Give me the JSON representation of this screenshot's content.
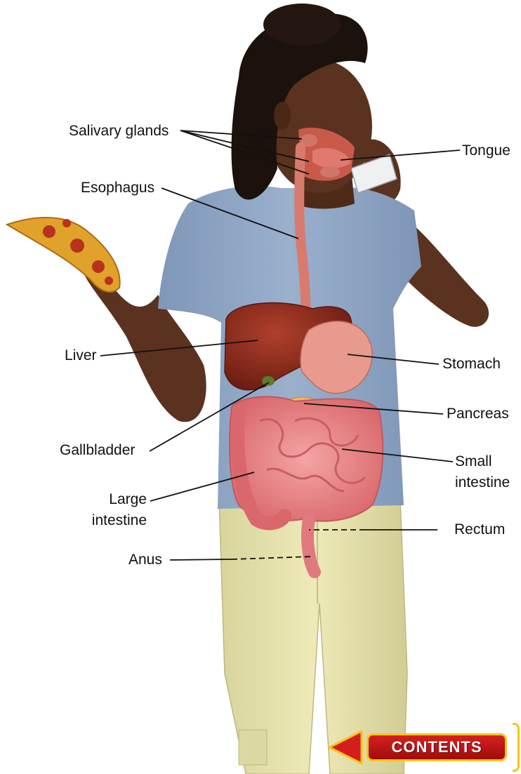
{
  "labels": {
    "salivary_glands": "Salivary glands",
    "tongue": "Tongue",
    "esophagus": "Esophagus",
    "liver": "Liver",
    "stomach": "Stomach",
    "pancreas": "Pancreas",
    "gallbladder": "Gallbladder",
    "small_intestine_1": "Small",
    "small_intestine_2": "intestine",
    "large_intestine_1": "Large",
    "large_intestine_2": "intestine",
    "rectum": "Rectum",
    "anus": "Anus"
  },
  "nav": {
    "contents_label": "CONTENTS",
    "back_icon": "back-arrow-icon"
  },
  "colors": {
    "shirt": "#8fa6c6",
    "pants": "#e6e2ae",
    "skin": "#5a321f",
    "hair": "#1a120d",
    "liver": "#8c2a1c",
    "intestine": "#e7888a",
    "stomach": "#e89a8e",
    "esophagus": "#d87a6e",
    "pancreas": "#f0b65a",
    "gallbladder": "#5e7a2a",
    "button_red": "#c41616",
    "button_border": "#f5c518"
  }
}
